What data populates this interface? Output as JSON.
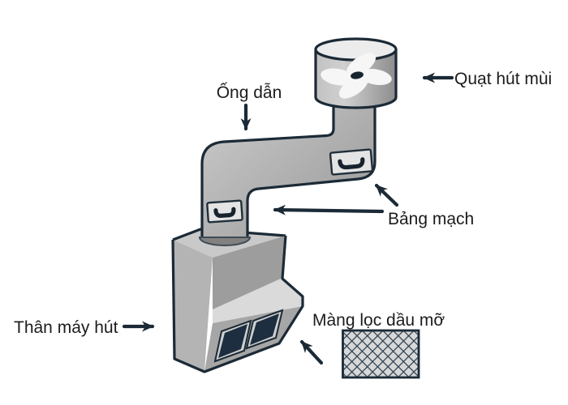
{
  "diagram": {
    "labels": {
      "fan": "Quạt hút mùi",
      "duct": "Ống dẫn",
      "circuit_board": "Bảng mạch",
      "hood_body": "Thân máy hút",
      "grease_filter": "Màng lọc dầu mỡ"
    },
    "colors": {
      "background": "#ffffff",
      "outline": "#1b2a36",
      "text": "#1c1c1c",
      "metal_light": "#d9d9d9",
      "metal_mid": "#a8a8a8",
      "metal_dark": "#8f8f8f",
      "cylinder_top": "#ececec",
      "fan_blade": "#f6f6f6",
      "filter_navy": "#1c2e40",
      "mesh_line": "#2e4052",
      "mesh_bg": "#d8d8d8"
    }
  }
}
